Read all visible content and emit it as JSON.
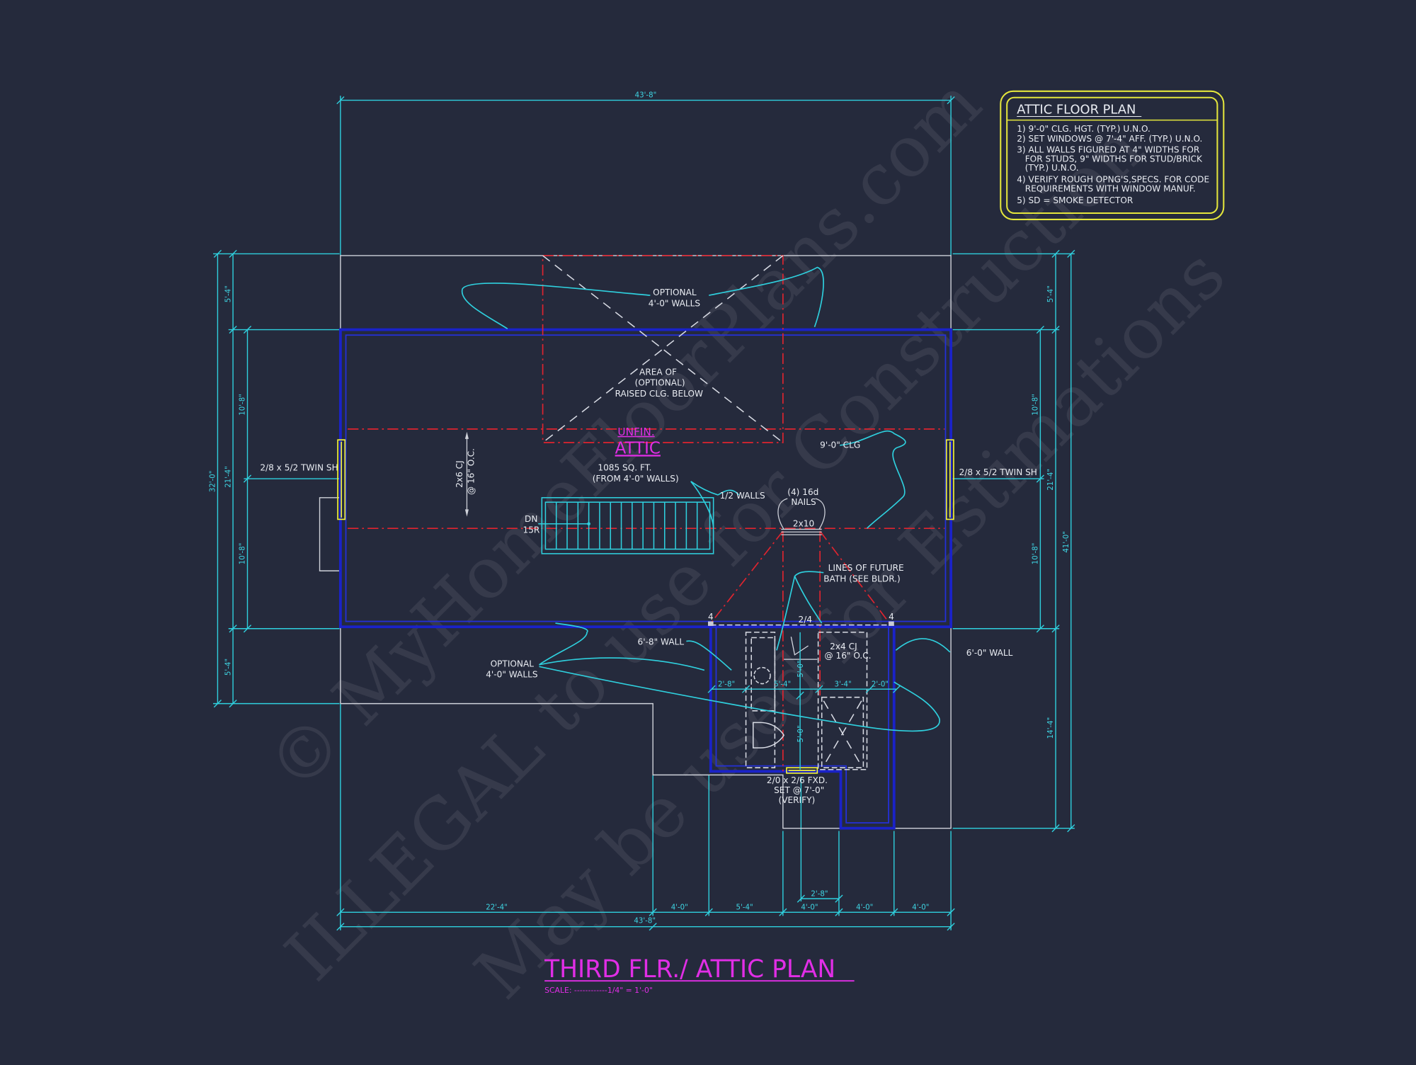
{
  "colors": {
    "background": "#252a3c",
    "dimension": "#2fd0de",
    "wall": "#1a22c8",
    "centerline": "#e0242f",
    "window": "#f2f23a",
    "title": "#e12ee6",
    "text": "#e9ecf2",
    "notes_border": "#e4e63c"
  },
  "notes": {
    "title": "ATTIC FLOOR PLAN",
    "items": [
      "1) 9'-0\"  CLG. HGT. (TYP.) U.N.O.",
      "2) SET WINDOWS @ 7'-4\" AFF. (TYP.) U.N.O.",
      "3) ALL WALLS FIGURED AT 4\" WIDTHS FOR",
      "FOR STUDS, 9\" WIDTHS FOR STUD/BRICK",
      "(TYP.) U.N.O.",
      "4) VERIFY ROUGH OPNG'S,SPECS. FOR CODE",
      "REQUIREMENTS WITH WINDOW MANUF.",
      "5) SD = SMOKE DETECTOR"
    ]
  },
  "drawing": {
    "title": "THIRD FLR./ ATTIC PLAN",
    "scale": "SCALE: ------------1/4\" = 1'-0\"",
    "room": {
      "name_line1": "UNFIN.",
      "name_line2": "ATTIC",
      "area": "1085 SQ. FT.",
      "area_note": "(FROM 4'-0\" WALLS)"
    },
    "labels": {
      "optional_walls_top_1": "OPTIONAL",
      "optional_walls_top_2": "4'-0\" WALLS",
      "raised_clg_1": "AREA OF",
      "raised_clg_2": "(OPTIONAL)",
      "raised_clg_3": "RAISED CLG. BELOW",
      "ceiling_joist_1": "2x6 CJ",
      "ceiling_joist_2": "@ 16\" O.C.",
      "clg_height": "9'-0\" CLG",
      "half_walls": "1/2 WALLS",
      "nails_1": "(4) 16d",
      "nails_2": "NAILS",
      "beam": "2x10",
      "stair_dn": "DN",
      "stair_risers": "15R",
      "future_bath_1": "LINES OF FUTURE",
      "future_bath_2": "BATH (SEE BLDR.)",
      "wall_6_8": "6'-8\" WALL",
      "wall_6_0": "6'-0\" WALL",
      "optional_walls_bottom_1": "OPTIONAL",
      "optional_walls_bottom_2": "4'-0\" WALLS",
      "window_left": "2/8 x 5/2 TWIN SH",
      "window_right": "2/8 x 5/2 TWIN SH",
      "window_bath_1": "2/0 x 2/6 FXD.",
      "window_bath_2": "SET @ 7'-0\"",
      "window_bath_3": "(VERIFY)",
      "door": "2/4",
      "corner_4_left": "4",
      "corner_4_right": "4",
      "bath_cj_1": "2x4 CJ",
      "bath_cj_2": "@ 16\" O.C."
    },
    "dimensions": {
      "top_overall": "43'-8\"",
      "bottom_overall": "43'-8\"",
      "bottom_segments": [
        "22'-4\"",
        "4'-0\"",
        "5'-4\"",
        "4'-0\"",
        "4'-0\"",
        "4'-0\""
      ],
      "bottom_window": "2'-8\"",
      "left_overall": "32'-0\"",
      "left_mid": "21'-4\"",
      "left_segments": [
        "5'-4\"",
        "10'-8\"",
        "10'-8\"",
        "5'-4\""
      ],
      "right_overall": "41'-0\"",
      "right_mid": "21'-4\"",
      "right_segments": [
        "5'-4\"",
        "10'-8\"",
        "10'-8\"",
        "14'-4\""
      ],
      "bath_horizontal": [
        "2'-8\"",
        "5'-4\"",
        "3'-4\"",
        "2'-0\""
      ],
      "bath_vertical": [
        "5'-0\"",
        "5'-0\""
      ]
    },
    "watermark": {
      "line1": "© MyHomeFloorPlans.com",
      "line2": "ILLEGAL to use for Construction",
      "line3": "May be used for Estimations"
    }
  }
}
